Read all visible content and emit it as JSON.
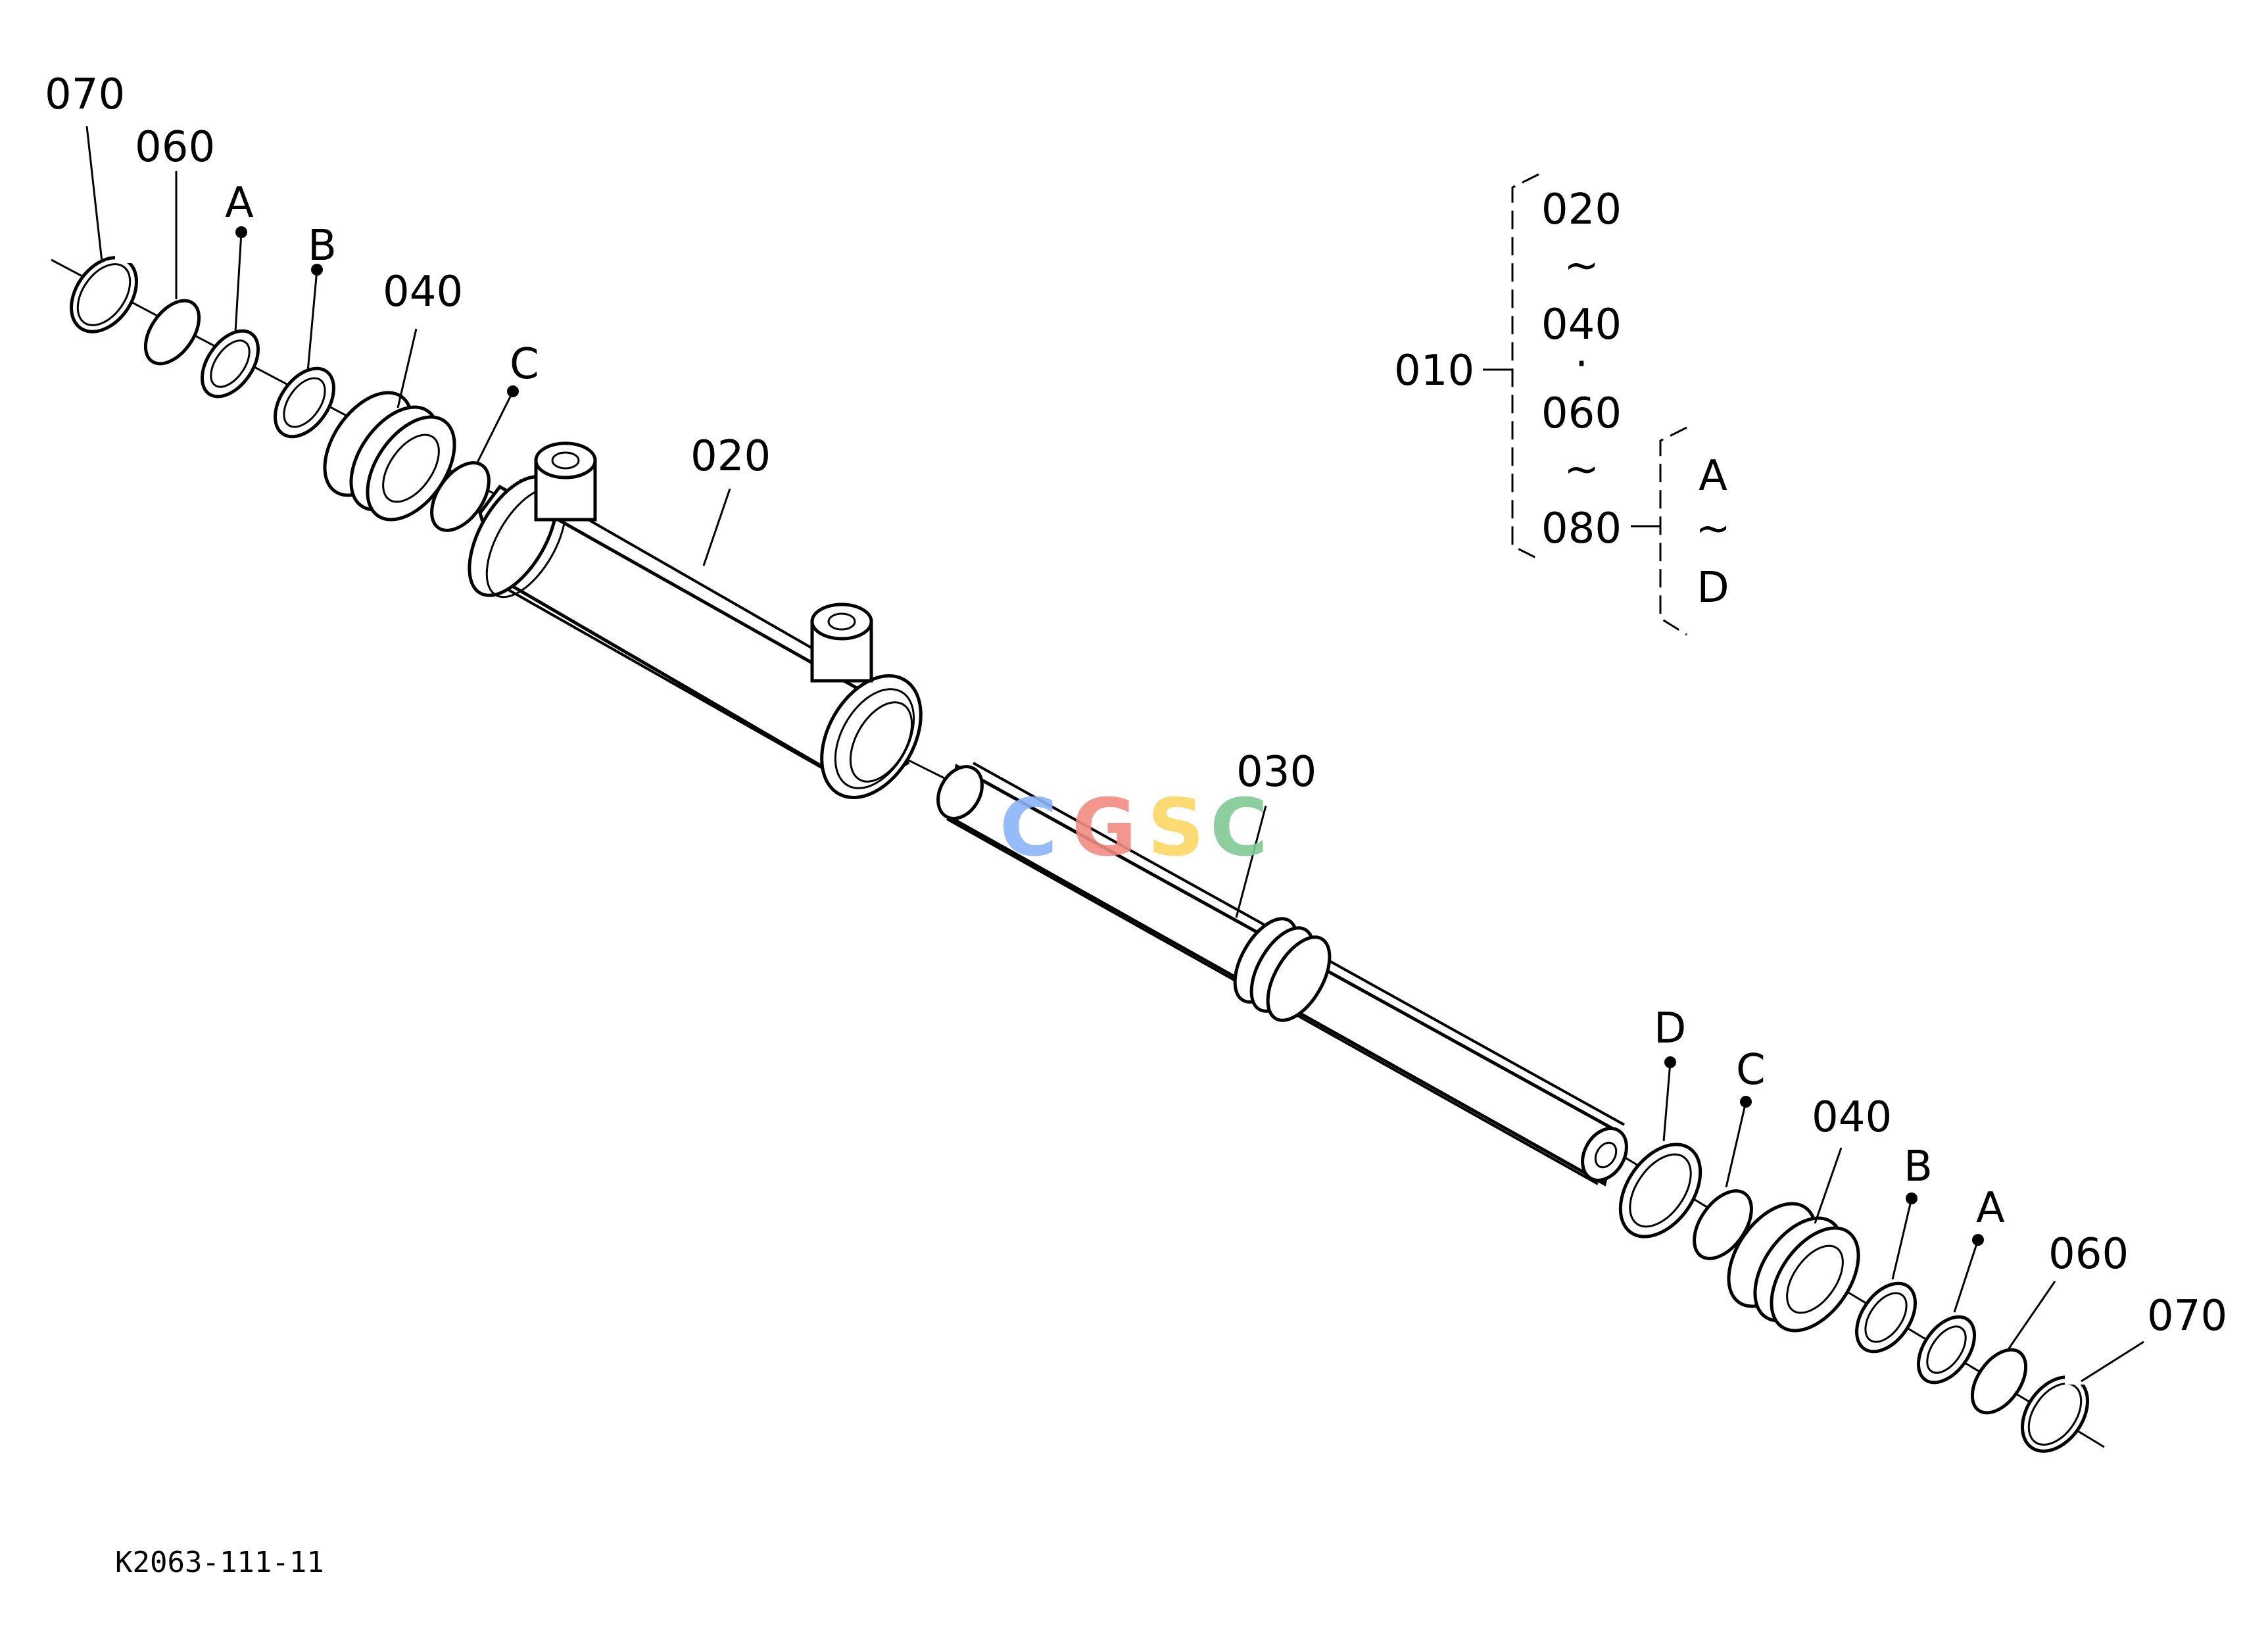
{
  "callouts": {
    "left_070": "070",
    "left_060": "060",
    "left_A": "A",
    "left_B": "B",
    "left_040": "040",
    "left_C": "C",
    "barrel_020": "020",
    "rod_030": "030",
    "right_D": "D",
    "right_C": "C",
    "right_040": "040",
    "right_B": "B",
    "right_A": "A",
    "right_060": "060",
    "right_070": "070"
  },
  "legend": {
    "assembly": "010",
    "items": [
      "020",
      "~",
      "040",
      "·",
      "060",
      "~",
      "080"
    ],
    "kit_items": [
      "A",
      "~",
      "D"
    ]
  },
  "watermark": {
    "letters": [
      "C",
      "G",
      "S",
      "C"
    ],
    "colors": [
      "#8ab4f8",
      "#f28b82",
      "#fdd663",
      "#81c995"
    ]
  },
  "drawing_number": "K2063-111-11"
}
